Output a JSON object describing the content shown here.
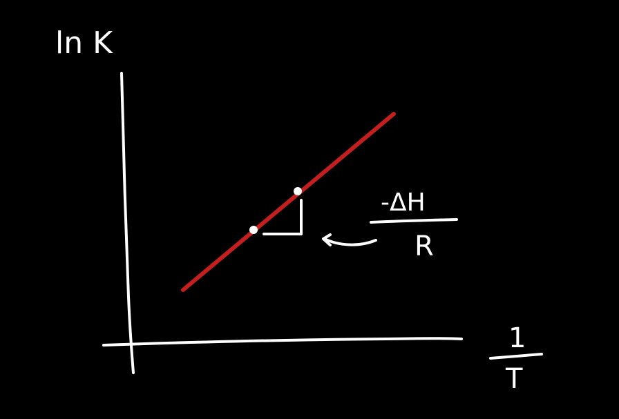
{
  "colors": {
    "background": "#000000",
    "ink": "#ffffff",
    "line": "#c41e1e"
  },
  "axes": {
    "y_label": "ln K",
    "x_label_numerator": "1",
    "x_label_denominator": "T"
  },
  "slope_label": {
    "numerator": "-ΔH",
    "denominator": "R"
  }
}
